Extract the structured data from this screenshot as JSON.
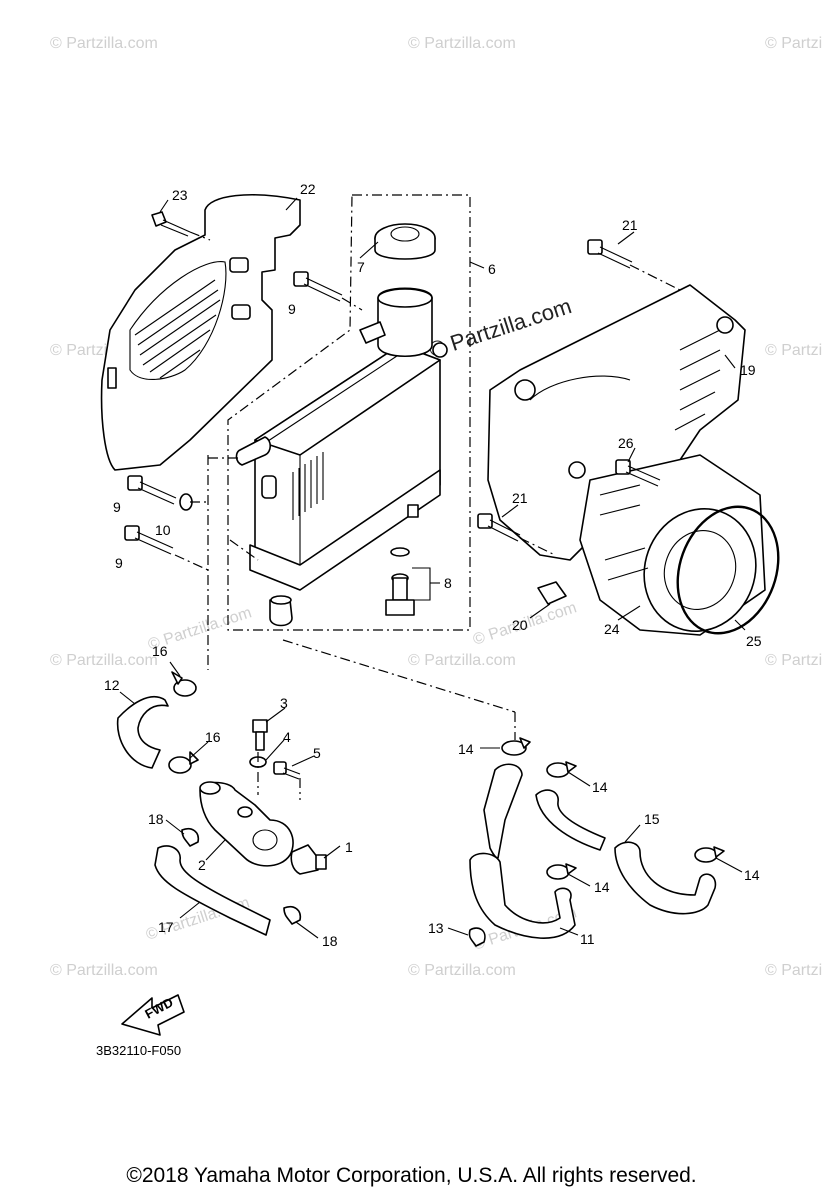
{
  "watermarks": {
    "text": "© Partzilla.com",
    "main": "© Partzilla.com"
  },
  "diagram_code": "3B32110-F050",
  "fwd_label": "FWD",
  "copyright": "©2018 Yamaha Motor Corporation, U.S.A. All rights reserved.",
  "callouts": [
    "1",
    "2",
    "3",
    "4",
    "5",
    "6",
    "7",
    "8",
    "9",
    "9",
    "9",
    "10",
    "11",
    "12",
    "13",
    "14",
    "14",
    "14",
    "14",
    "15",
    "16",
    "16",
    "17",
    "18",
    "18",
    "19",
    "20",
    "21",
    "21",
    "22",
    "23",
    "24",
    "25",
    "26"
  ]
}
